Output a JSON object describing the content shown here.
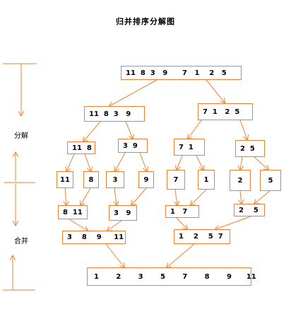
{
  "title": "归并排序分解图",
  "labels": {
    "split": "分解",
    "merge": "合并"
  },
  "colors": {
    "stroke": "#f08030",
    "text": "#000000"
  },
  "nodes": {
    "root": "11  8  3   9      7   1    2   5",
    "l1_left": "11  8  3   9",
    "l1_right": "7  1   2  5",
    "l2_a": "11  8",
    "l2_b": "3  9",
    "l2_c": "7  1",
    "l2_d": "2  5",
    "leaf_11": "11",
    "leaf_8": "8",
    "leaf_3": "3",
    "leaf_9": "9",
    "leaf_7": "7",
    "leaf_1": "1",
    "leaf_2": "2",
    "leaf_5": "5",
    "m1_a": "8  11",
    "m1_b": "3   9",
    "m1_c": "1   7",
    "m1_d": "2    5",
    "m2_left": "3    8    9     11",
    "m2_right": "1    2    5  7",
    "final": "1       2       3       5       7       8       9      11"
  }
}
